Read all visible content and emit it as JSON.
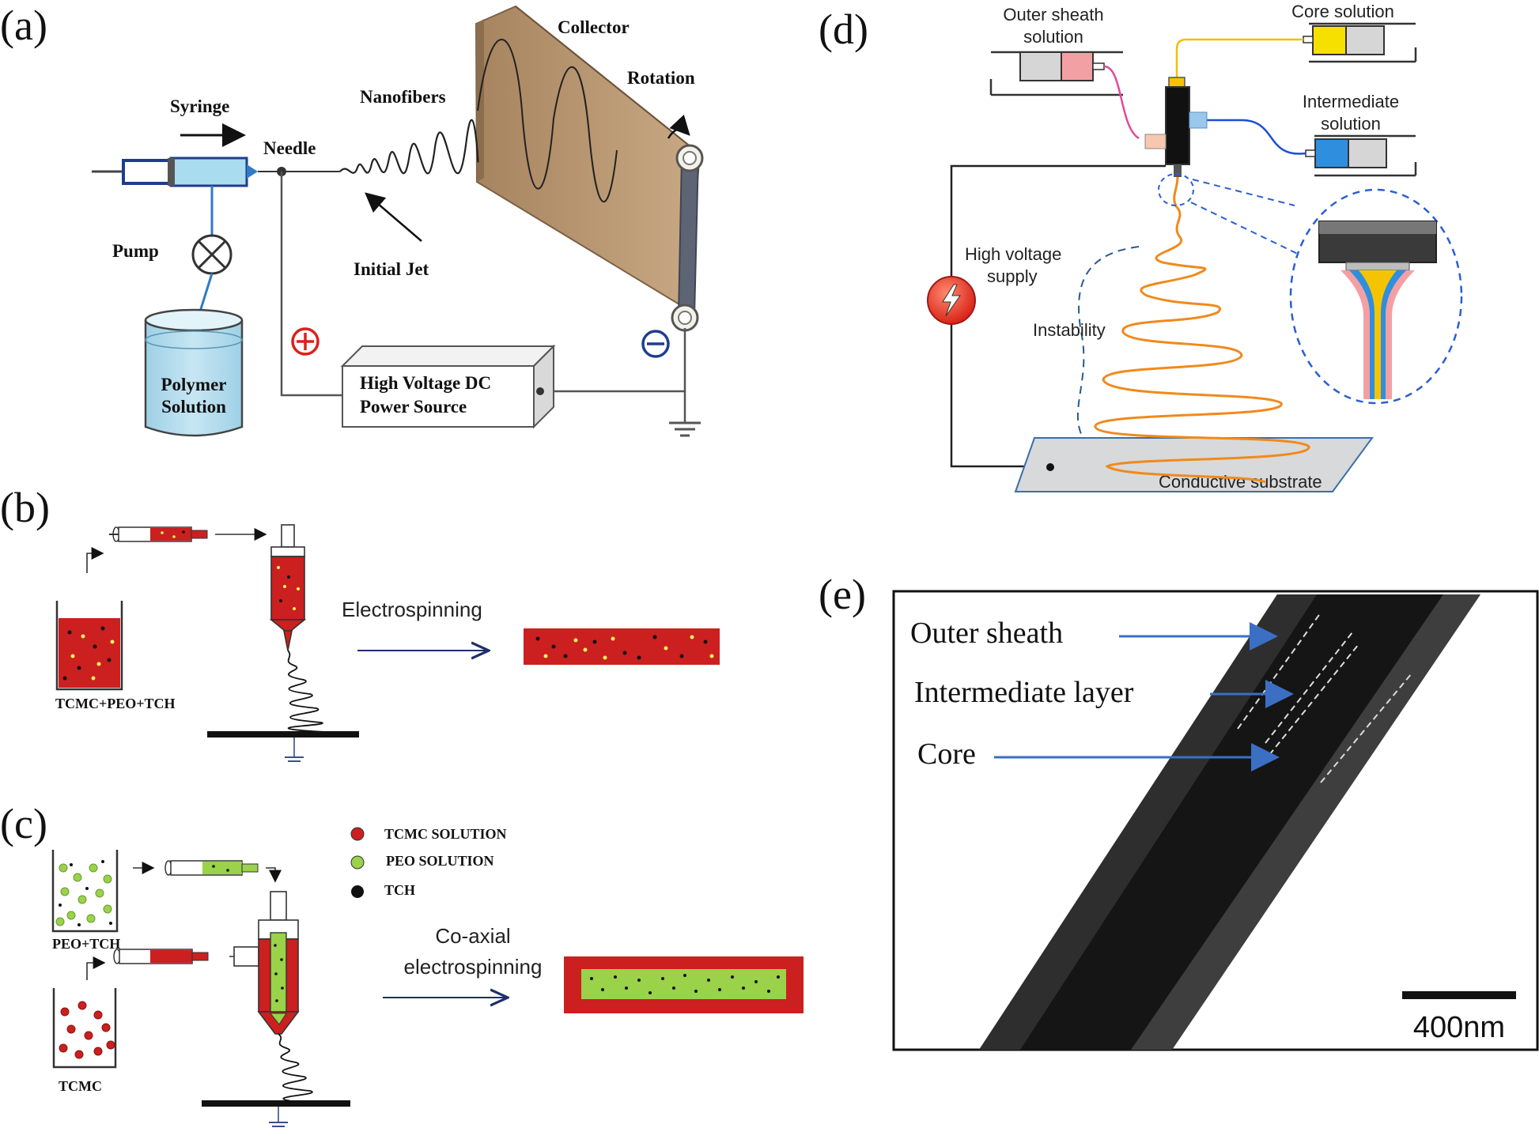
{
  "panel_letters": {
    "a": "(a)",
    "b": "(b)",
    "c": "(c)",
    "d": "(d)",
    "e": "(e)"
  },
  "panel_a": {
    "syringe": "Syringe",
    "needle": "Needle",
    "nanofibers": "Nanofibers",
    "collector": "Collector",
    "rotation": "Rotation",
    "pump": "Pump",
    "initial_jet": "Initial Jet",
    "polymer_line1": "Polymer",
    "polymer_line2": "Solution",
    "power_line1": "High Voltage DC",
    "power_line2": "Power Source"
  },
  "panel_b": {
    "beaker_label": "TCMC+PEO+TCH",
    "process_label": "Electrospinning"
  },
  "panel_c": {
    "legend": [
      {
        "label": "TCMC SOLUTION",
        "color": "#cc1f1f"
      },
      {
        "label": "PEO SOLUTION",
        "color": "#9ad24a"
      },
      {
        "label": "TCH",
        "color": "#111111"
      }
    ],
    "beaker_top_label": "PEO+TCH",
    "beaker_bottom_label": "TCMC",
    "process_line1": "Co-axial",
    "process_line2": "electrospinning"
  },
  "panel_d": {
    "outer_line1": "Outer sheath",
    "outer_line2": "solution",
    "core": "Core solution",
    "inter_line1": "Intermediate",
    "inter_line2": "solution",
    "hv_line1": "High voltage",
    "hv_line2": "supply",
    "instability": "Instability",
    "substrate": "Conductive substrate"
  },
  "panel_e": {
    "outer_sheath": "Outer sheath",
    "intermediate": "Intermediate layer",
    "core": "Core",
    "scale_bar": "400nm"
  },
  "colors": {
    "red_solution": "#cc1f1f",
    "green_solution": "#9ad24a",
    "collector_brown": "#b89672",
    "syringe_blue": "#a9dcef",
    "jet_orange": "#f08a1c",
    "core_yellow": "#f5e000",
    "intermediate_blue": "#2f8fde",
    "outer_pink": "#f3a0a4"
  }
}
